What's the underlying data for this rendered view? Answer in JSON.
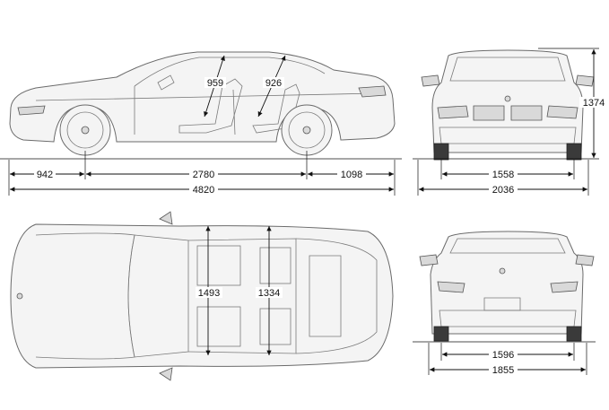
{
  "dimensions": {
    "front_overhang": "942",
    "wheelbase": "2780",
    "rear_overhang": "1098",
    "overall_length": "4820",
    "height": "1374",
    "front_track": "1558",
    "width_with_mirrors": "2036",
    "rear_track": "1596",
    "body_width": "1855",
    "front_headroom": "959",
    "rear_headroom": "926",
    "front_shoulder_width": "1493",
    "rear_shoulder_width": "1334"
  }
}
